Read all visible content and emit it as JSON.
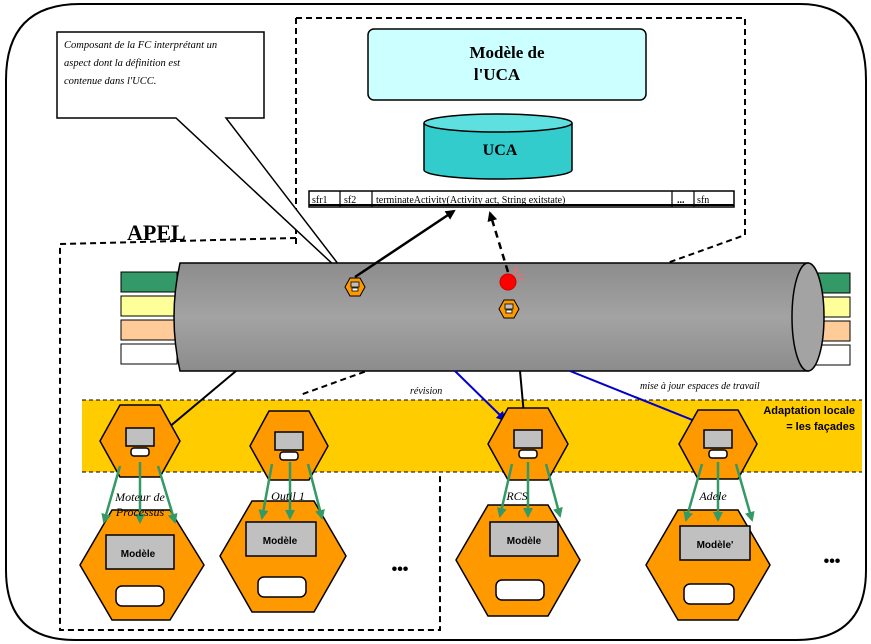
{
  "uca_model": {
    "line1": "Modèle de",
    "line2": "l'UCA"
  },
  "uca_db": {
    "label": "UCA"
  },
  "interface_bar": {
    "cells": [
      "sfr1",
      "sf2",
      "terminateActivity(Activity act, String exitstate)",
      "...",
      "sfn"
    ]
  },
  "callout": {
    "line1": "Composant de la FC interprétant un",
    "line2": "aspect dont la définition est",
    "line3": "contenue dans l'UCC."
  },
  "apel": {
    "title": "APEL"
  },
  "bus_arrows": {
    "revision": "révision",
    "workspace_update": "mise à jour espaces de travail"
  },
  "adaptation": {
    "line1": "Adaptation locale",
    "line2": "= les façades"
  },
  "tools": [
    {
      "name_line1": "Moteur de",
      "name_line2": "Processus",
      "model": "Modèle"
    },
    {
      "name_line1": "Outil 1",
      "name_line2": "",
      "model": "Modèle"
    },
    {
      "name_line1": "RCS",
      "name_line2": "",
      "model": "Modèle"
    },
    {
      "name_line1": "Adele",
      "name_line2": "",
      "model": "Modèle'"
    }
  ],
  "ellipsis": "•••",
  "colors": {
    "cyan_light": "#ccffff",
    "cyan_db": "#33cccc",
    "bus_gray": "#999999",
    "orange": "#ff9900",
    "yellow_band": "#ffcc00",
    "green_arrow": "#339966",
    "blue_arrow": "#0000cc",
    "red_event": "#ff0000",
    "stripe_green": "#339966",
    "stripe_yellow": "#ffff99",
    "stripe_peach": "#ffcc99"
  }
}
